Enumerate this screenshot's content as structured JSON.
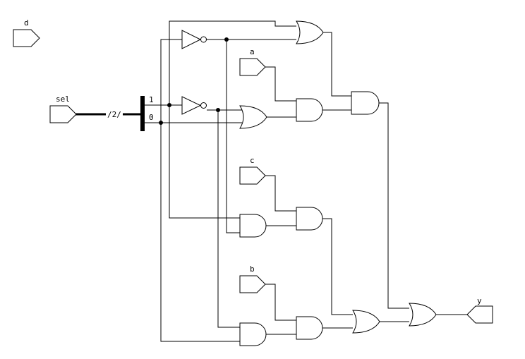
{
  "ports": {
    "d": "d",
    "sel": "sel",
    "a": "a",
    "c": "c",
    "b": "b",
    "y": "y"
  },
  "bus": {
    "width_label": "/2/",
    "bit1": "1",
    "bit0": "0"
  }
}
